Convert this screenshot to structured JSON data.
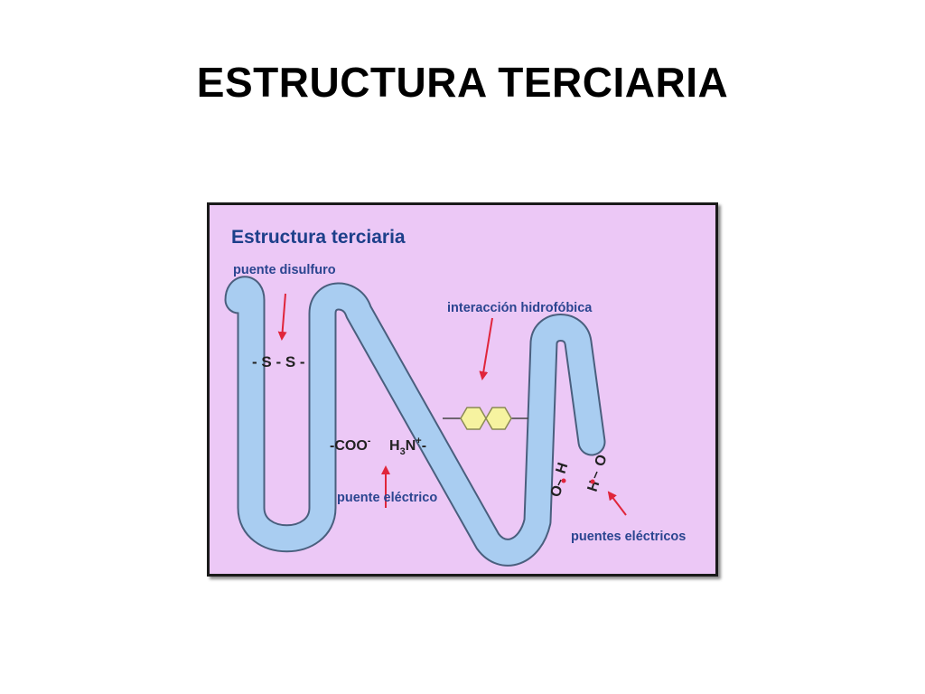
{
  "slide": {
    "title": "ESTRUCTURA TERCIARIA"
  },
  "figure": {
    "heading": "Estructura terciaria",
    "labels": {
      "disulfide_bridge": "puente disulfuro",
      "disulfide_group": "- S - S -",
      "hydrophobic_interaction": "interacción hidrofóbica",
      "carboxylate": "-COO",
      "carboxylate_charge": "-",
      "amino_main": "H",
      "amino_sub": "3",
      "amino_n": "N",
      "amino_charge": "+",
      "amino_dash": "-",
      "electric_bridge": "puente eléctrico",
      "electric_bridges": "puentes eléctricos",
      "h_atom": "H",
      "o_atom": "O"
    },
    "colors": {
      "background": "#ecc8f6",
      "chain_fill": "#a9cdf1",
      "chain_outline": "#4a5f7e",
      "heading_text": "#1d3f8a",
      "label_text": "#2b4590",
      "arrow": "#e0253b",
      "hexagon_fill": "#f6f3a0",
      "hexagon_stroke": "#8a8a55",
      "partial_charge_dot": "#e0253b"
    }
  }
}
